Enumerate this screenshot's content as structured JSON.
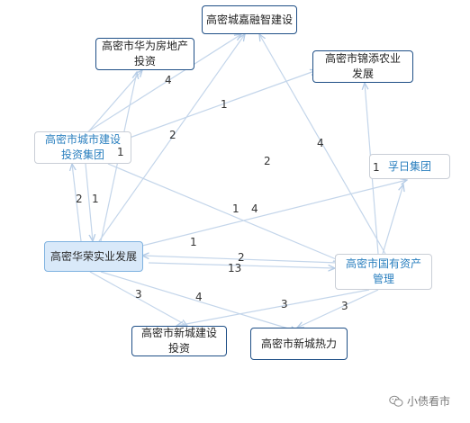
{
  "nodes": [
    {
      "id": "jiarong",
      "text": "高密城嘉融智建设"
    },
    {
      "id": "huawei",
      "text": "高密市华为房地产投资"
    },
    {
      "id": "jintian",
      "text": "高密市锦添农业发展"
    },
    {
      "id": "chengjian",
      "text": "高密市城市建设投资集团"
    },
    {
      "id": "furi",
      "text": "孚日集团"
    },
    {
      "id": "huarong",
      "text": "高密华荣实业发展"
    },
    {
      "id": "guoyou",
      "text": "高密市国有资产管理"
    },
    {
      "id": "xinchengjs",
      "text": "高密市新城建设投资"
    },
    {
      "id": "xinchengrl",
      "text": "高密市新城热力"
    }
  ],
  "edge_labels": {
    "l1": "4",
    "l2": "1",
    "l3": "1",
    "l4": "2",
    "l5": "2",
    "l6": "4",
    "l7": "1",
    "l8": "2",
    "l9": "1",
    "l10": "1",
    "l11": "4",
    "l12": "1",
    "l13": "2",
    "l14": "13",
    "l15": "3",
    "l16": "4",
    "l17": "3",
    "l18": "3"
  },
  "watermark": {
    "text": "小债看市",
    "icon": "wechat-icon"
  },
  "colors": {
    "edge": "#c3d5ea",
    "dark_border": "#1f4f86",
    "light_border": "#c9ced6",
    "highlight_fill": "#d9e9f9"
  }
}
